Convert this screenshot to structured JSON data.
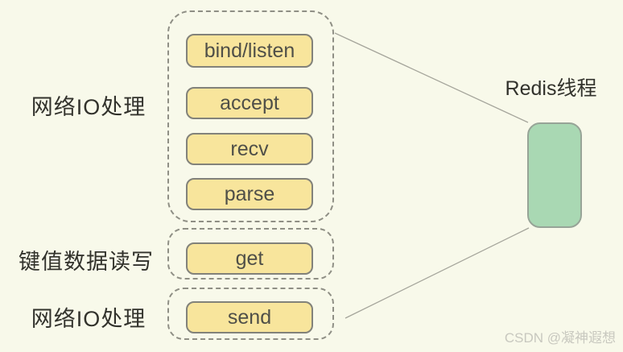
{
  "diagram": {
    "group1": {
      "label": "网络IO处理",
      "boxes": {
        "bind_listen": "bind/listen",
        "accept": "accept",
        "recv": "recv",
        "parse": "parse"
      }
    },
    "group2": {
      "label": "键值数据读写",
      "boxes": {
        "get": "get"
      }
    },
    "group3": {
      "label": "网络IO处理",
      "boxes": {
        "send": "send"
      }
    },
    "redis": {
      "label": "Redis线程",
      "icon": "thread-squiggle-icon"
    },
    "watermark": "CSDN @凝神遐想",
    "colors": {
      "background": "#f8f9ea",
      "box_fill": "#f8e59c",
      "box_border": "#82827a",
      "box_text": "#4f4f48",
      "dashed_border": "#8f8f85",
      "label_text": "#32322c",
      "thread_fill": "#a9d8b3",
      "thread_border": "#97a497",
      "thread_squiggle": "#e2a566",
      "connector_line": "#a5a59b",
      "watermark_text": "#c8c8bf"
    }
  }
}
